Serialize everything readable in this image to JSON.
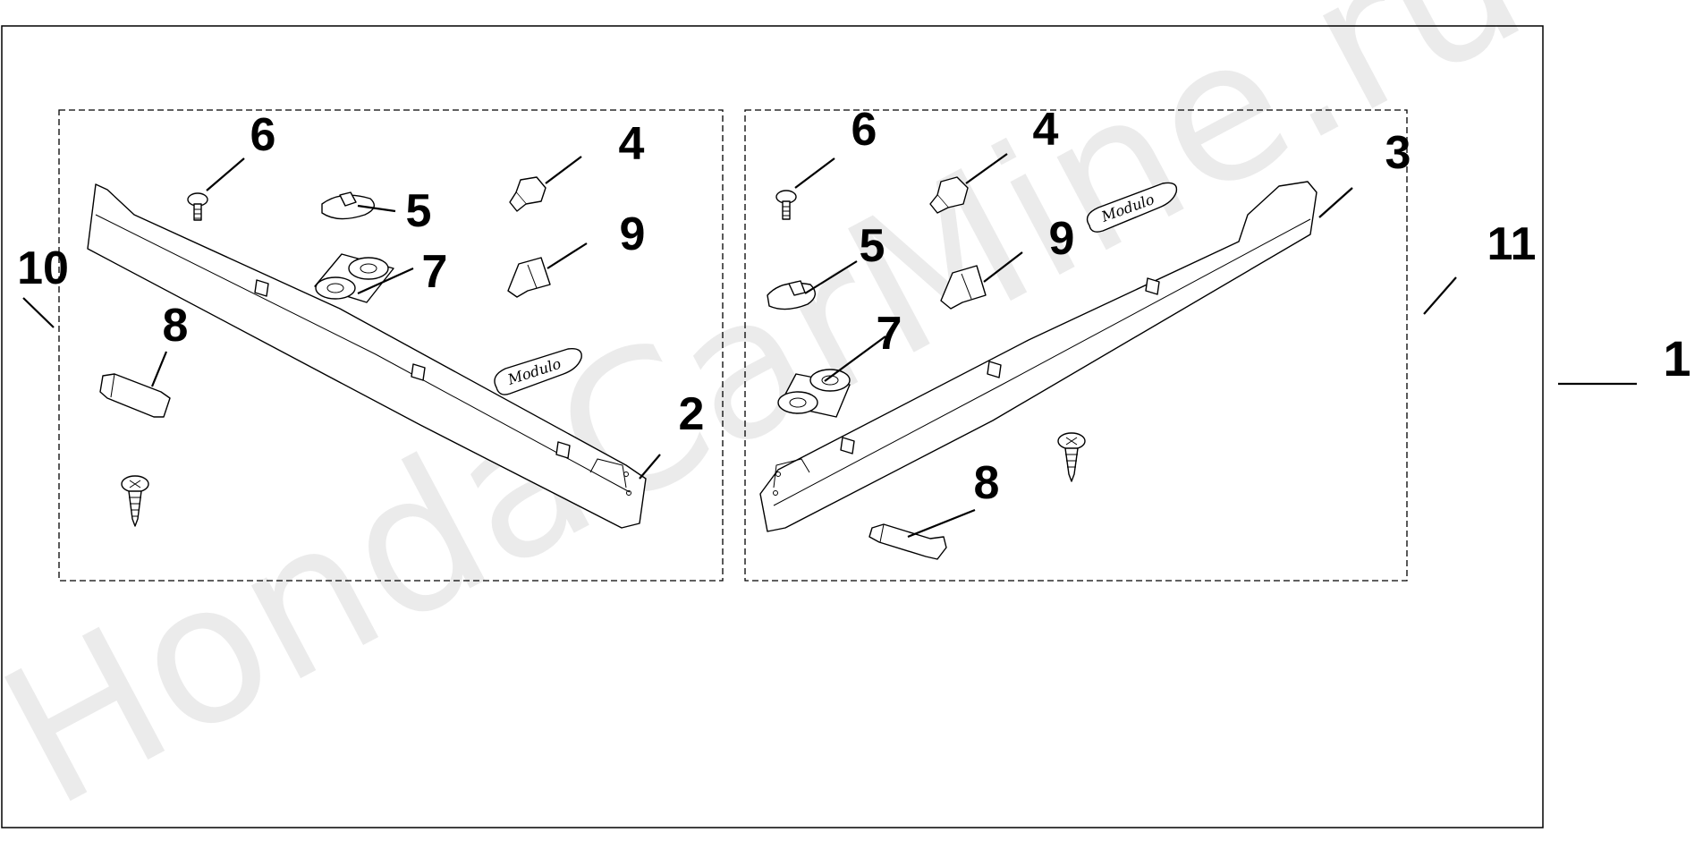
{
  "watermark": "HondaCarMine.ru",
  "callouts": {
    "kit_assembly": "1",
    "left_garnish": "2",
    "right_garnish": "3",
    "left_clip_4": "4",
    "right_clip_4": "4",
    "left_clip_5": "5",
    "right_clip_5": "5",
    "left_screw_6": "6",
    "right_screw_6": "6",
    "left_pad_7": "7",
    "right_pad_7": "7",
    "left_tube_8": "8",
    "right_tube_8": "8",
    "left_clip_9": "9",
    "right_clip_9": "9",
    "left_set": "10",
    "right_set": "11"
  },
  "emblem_text": "Modulo"
}
